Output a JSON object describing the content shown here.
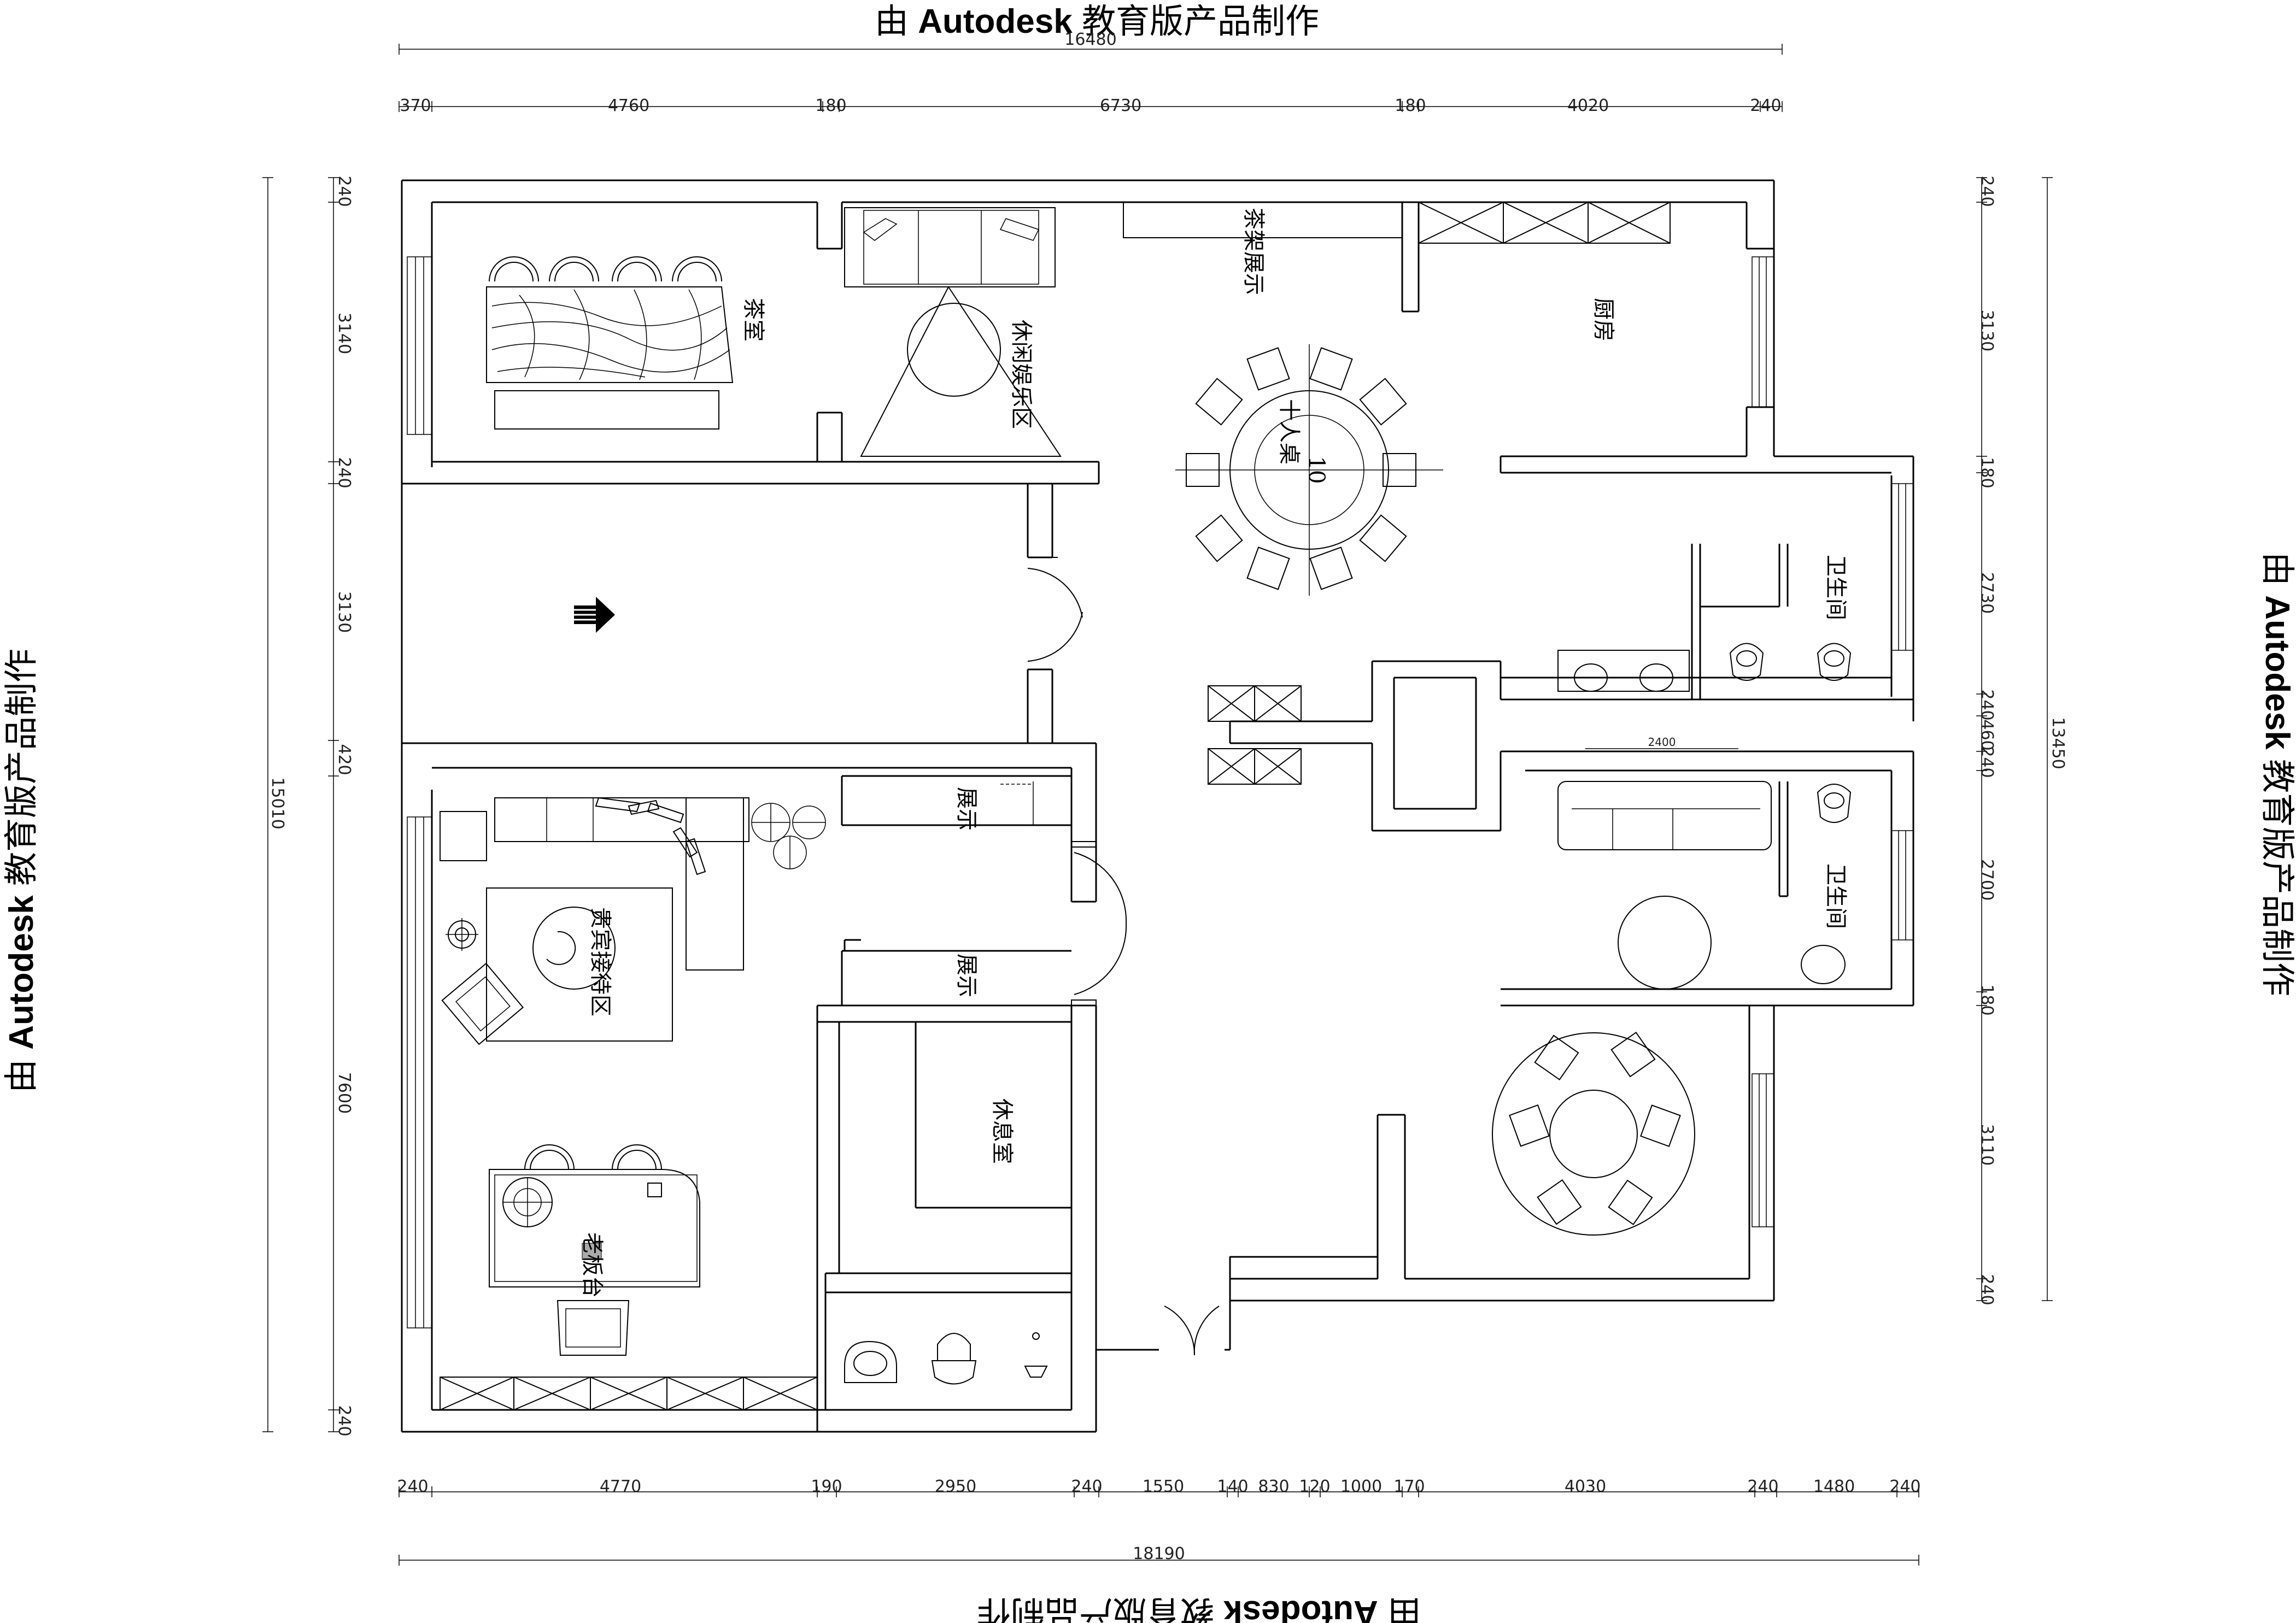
{
  "watermarks": {
    "top": {
      "prefix": "由 ",
      "brand": "Autodesk",
      "suffix": " 教育版产品制作"
    },
    "bottom": {
      "prefix": "由 ",
      "brand": "Autodesk",
      "suffix": " 教育版产品制作"
    },
    "left": {
      "prefix": "由 ",
      "brand": "Autodesk",
      "suffix": " 教育版产品制作"
    },
    "right": {
      "prefix": "由 ",
      "brand": "Autodesk",
      "suffix": " 教育版产品制作"
    }
  },
  "dimensions": {
    "top_total": "16480",
    "top": [
      "370",
      "4760",
      "180",
      "6730",
      "180",
      "4020",
      "240"
    ],
    "bottom_total": "18190",
    "bottom": [
      "240",
      "4770",
      "190",
      "2950",
      "240",
      "1550",
      "140",
      "830",
      "120",
      "1000",
      "170",
      "4030",
      "240",
      "1480",
      "240"
    ],
    "left_total": "15010",
    "left": [
      "240",
      "3140",
      "240",
      "3130",
      "420",
      "7600",
      "240"
    ],
    "right_total": "13450",
    "right": [
      "240",
      "3130",
      "180",
      "2730",
      "240",
      "460",
      "240",
      "2700",
      "180",
      "3110",
      "240"
    ],
    "sofa_width": "2400"
  },
  "rooms": {
    "tea_room": "茶室",
    "leisure": "休闲娱乐区",
    "tea_display": "茶架展示",
    "kitchen": "厨房",
    "ten_table": "十人桌",
    "table_number": "10",
    "bath_1": "卫生间",
    "bath_2": "卫生间",
    "display_1": "展示",
    "display_2": "展示",
    "vip": "贵宾接待区",
    "rest": "休息室",
    "boss": "老板台"
  }
}
